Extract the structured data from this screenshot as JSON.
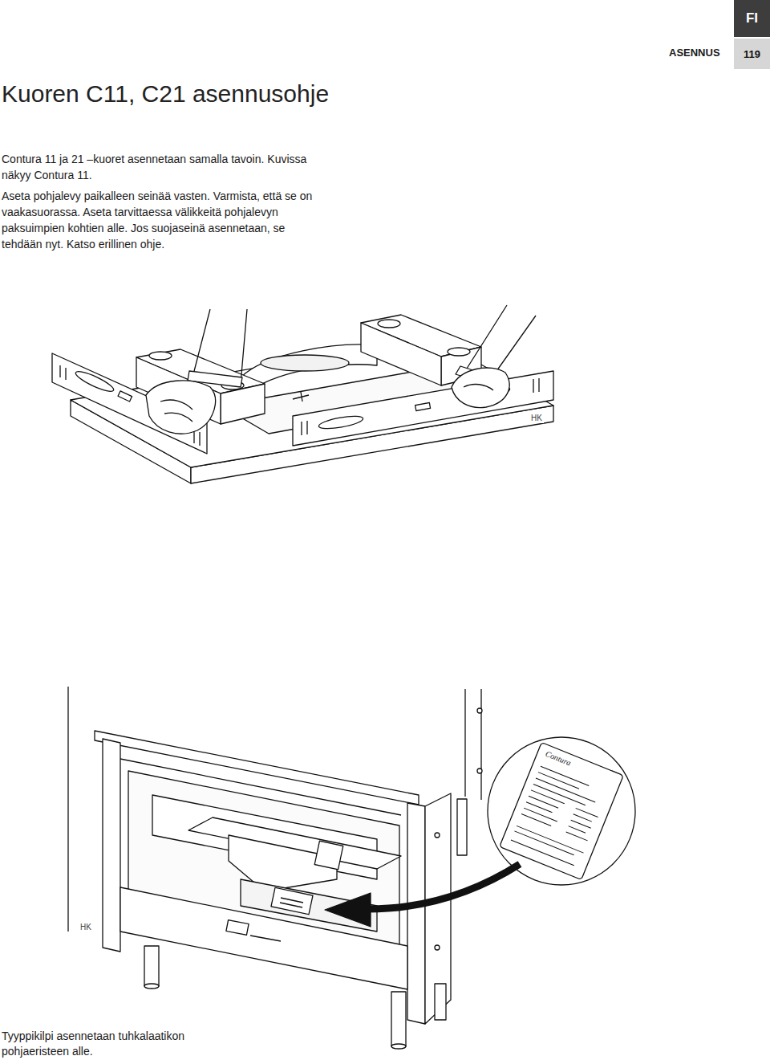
{
  "diagram": {
    "title": "Kuoren C11, C21 asennusohje",
    "caption": "Tyyppikilpi asennetaan tuhkalaatikon pohjaeristeen alle.",
    "nodes": [
      {
        "text": [
          "FI"
        ]
      },
      {
        "text": [
          "119"
        ]
      }
    ],
    "labels": [
      "ASENNUS",
      "Contura 11 ja 21 –kuoret asennetaan samalla tavoin. Kuvissa näkyy Contura 11.",
      "Aseta pohjalevy paikalleen seinää vasten. Varmista, että se on vaakasuorassa. Aseta tarvittaessa välikkeitä pohjalevyn paksuimpien kohtien alle. Jos suojaseinä asennetaan, se tehdään nyt. Katso erillinen ohje.",
      "HK",
      "HK",
      "Contura"
    ]
  }
}
